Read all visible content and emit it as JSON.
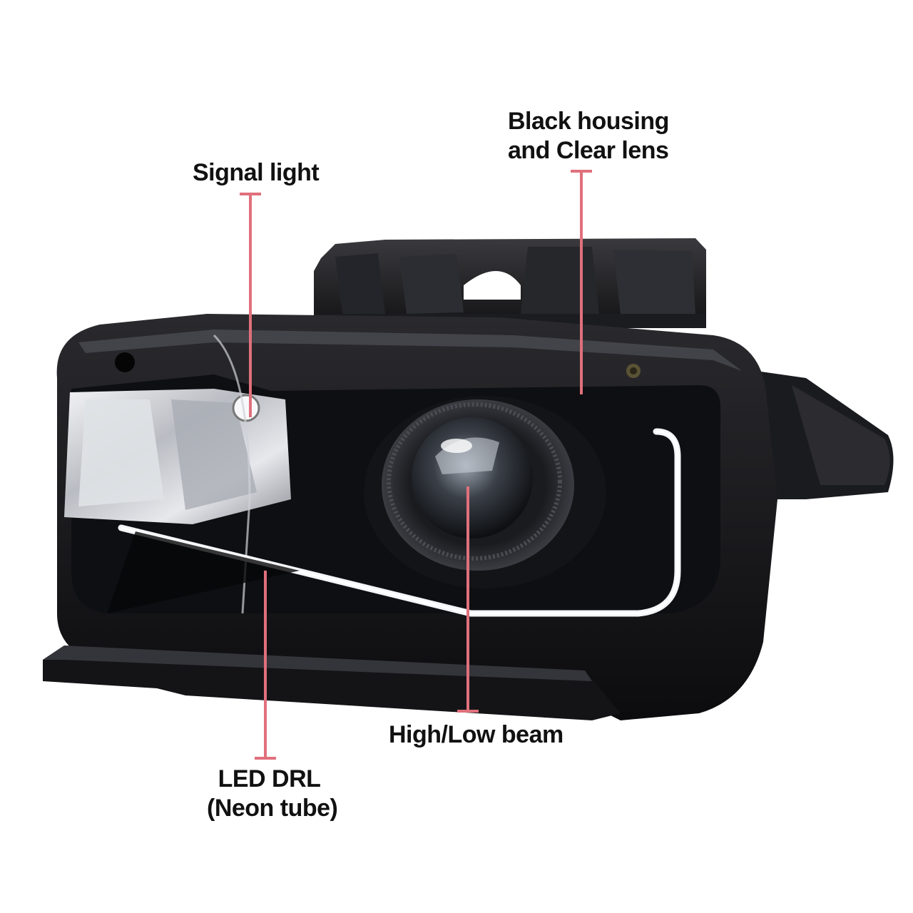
{
  "image": {
    "subject": "headlight",
    "background_color": "#ffffff",
    "callout_color": "#e0707c"
  },
  "callouts": {
    "signal_light": {
      "label": "Signal light"
    },
    "black_housing": {
      "line1": "Black housing",
      "line2": "and Clear lens"
    },
    "high_low_beam": {
      "label": "High/Low beam"
    },
    "led_drl": {
      "line1": "LED DRL",
      "line2": "(Neon tube)"
    }
  }
}
